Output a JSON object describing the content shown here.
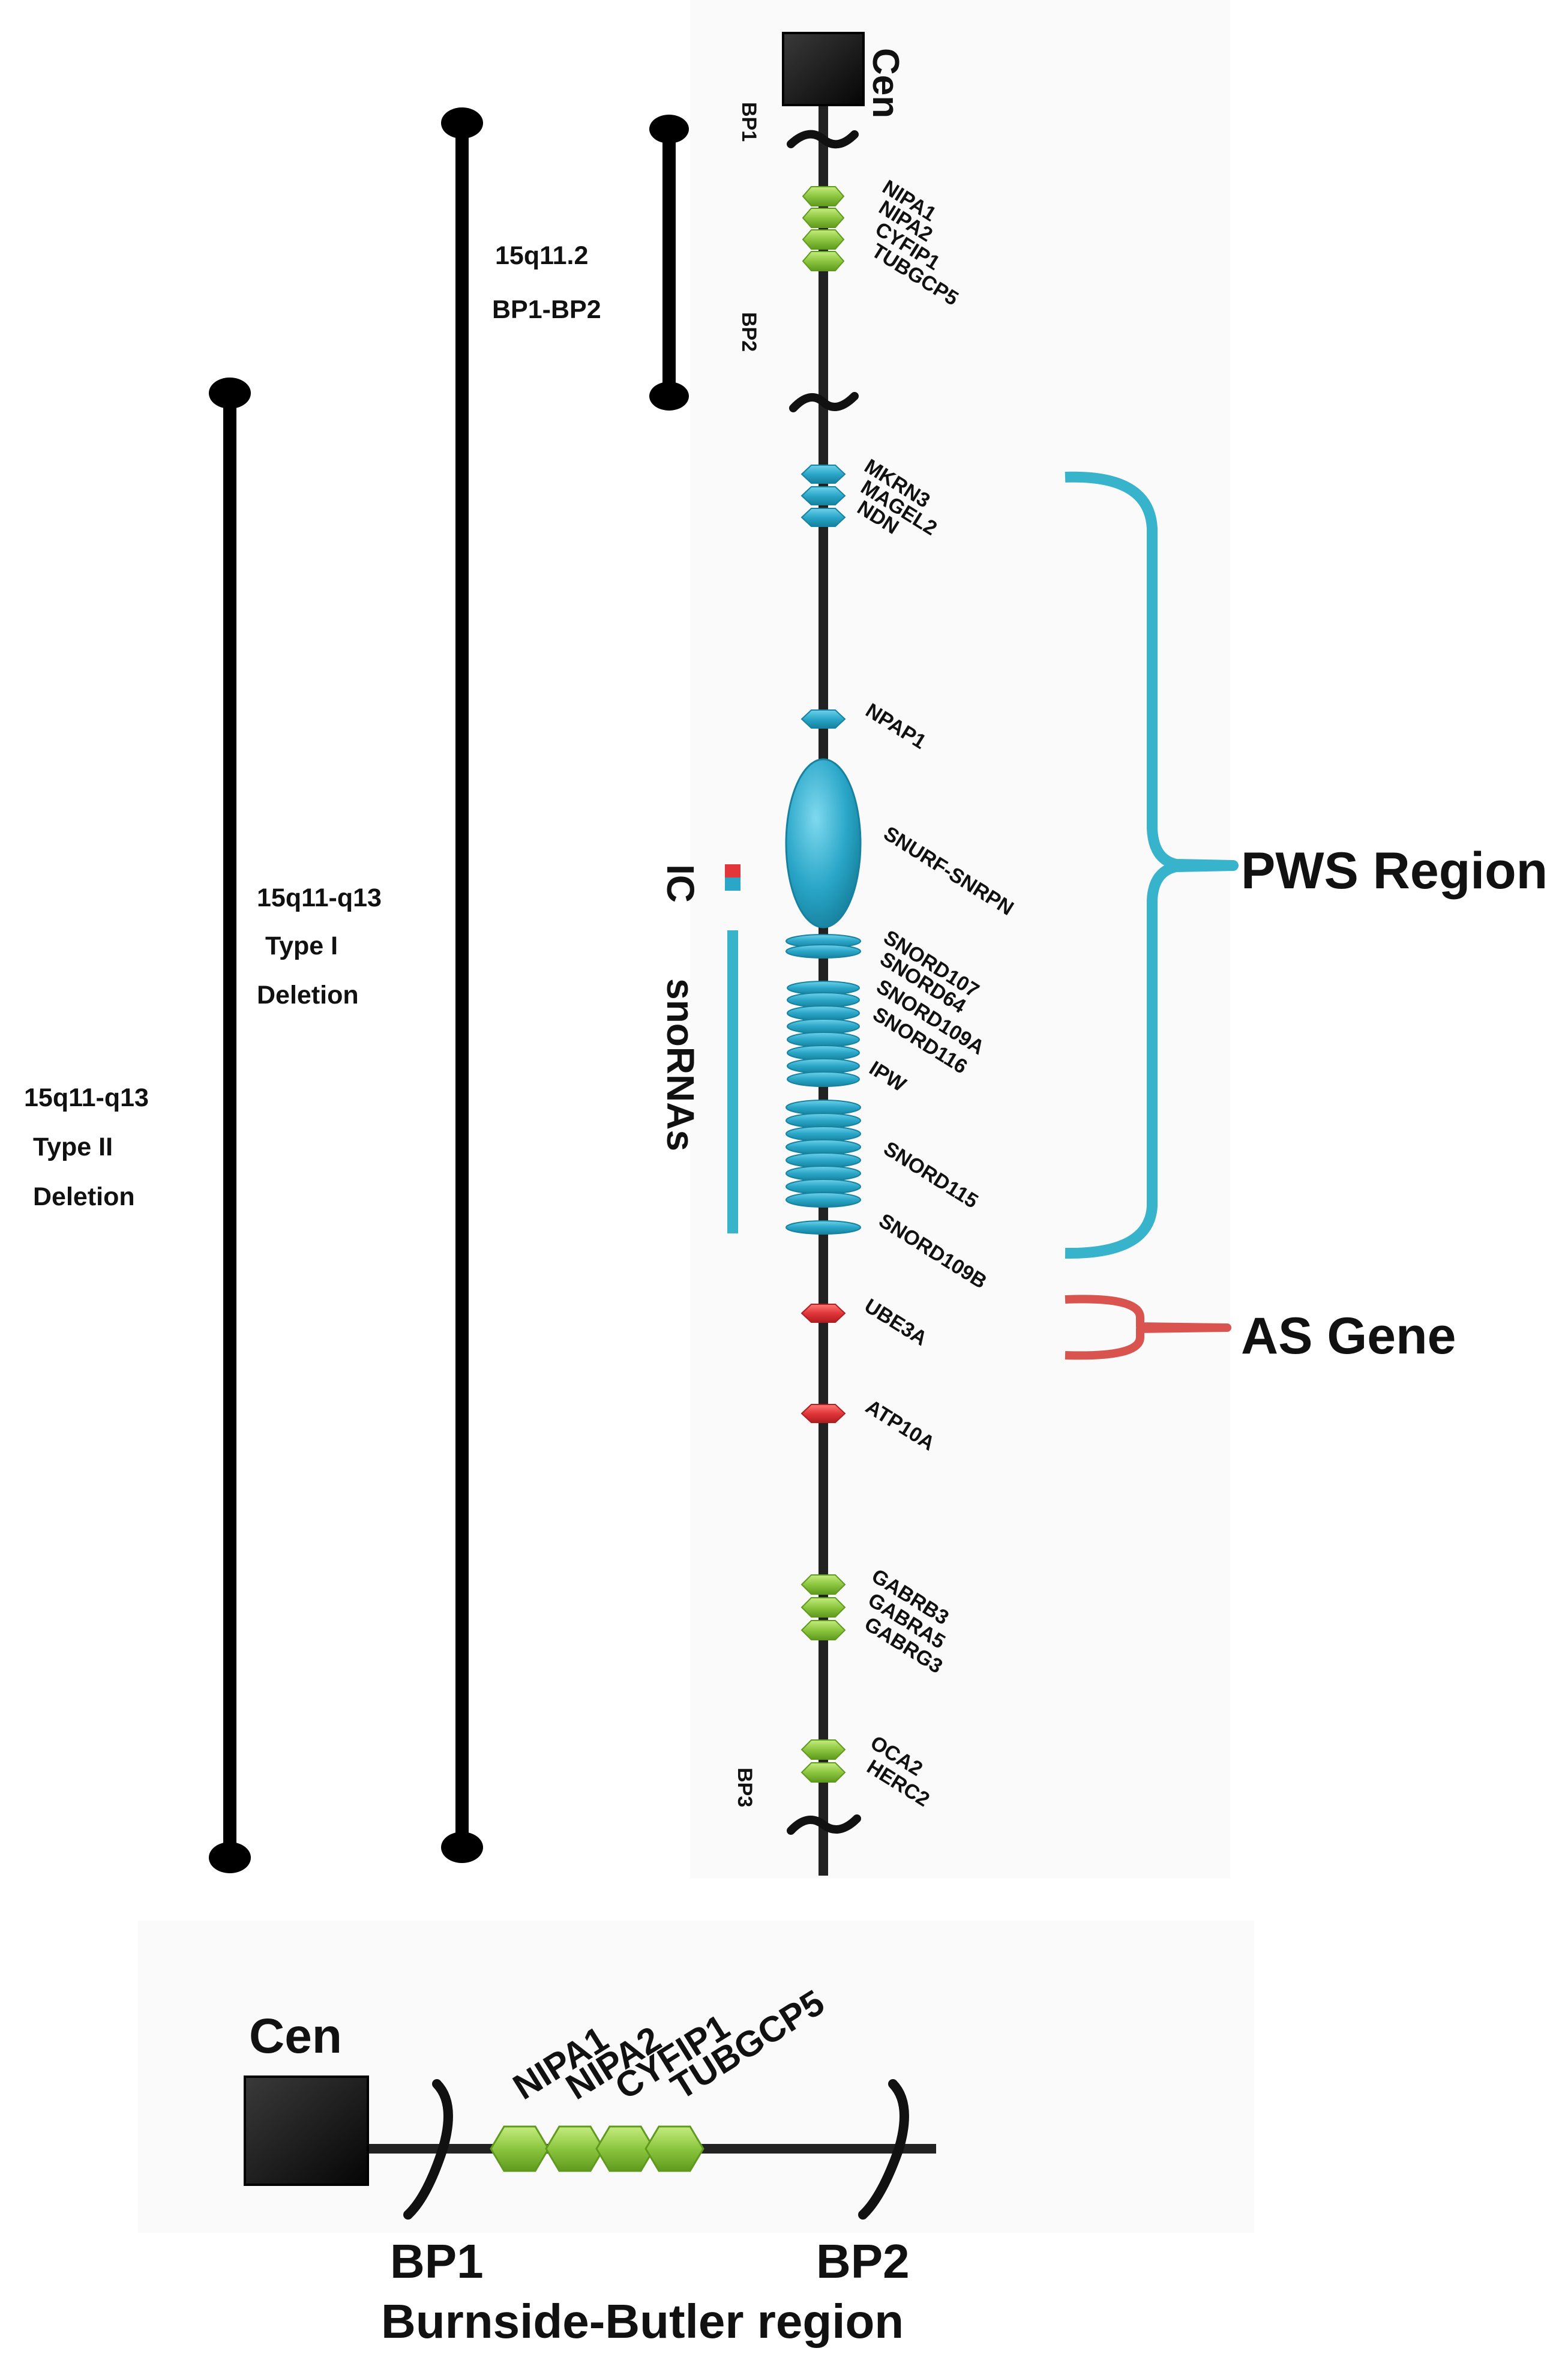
{
  "deletions": {
    "bp1_bp2": {
      "line1": "15q11.2",
      "line2": "BP1-BP2"
    },
    "type1": {
      "line1": "15q11-q13",
      "line2": "Type I",
      "line3": "Deletion"
    },
    "type2": {
      "line1": "15q11-q13",
      "line2": "Type II",
      "line3": "Deletion"
    }
  },
  "chromosome": {
    "centromere": "Cen",
    "breakpoints": {
      "bp1": "BP1",
      "bp2": "BP2",
      "bp3": "BP3"
    },
    "genes": {
      "nipa1": "NIPA1",
      "nipa2": "NIPA2",
      "cyfip1": "CYFIP1",
      "tubgcp5": "TUBGCP5",
      "mkrn3": "MKRN3",
      "magel2": "MAGEL2",
      "ndn": "NDN",
      "npap1": "NPAP1",
      "snurf": "SNURF-SNRPN",
      "snord107": "SNORD107",
      "snord64": "SNORD64",
      "snord109a": "SNORD109A",
      "snord116": "SNORD116",
      "ipw": "IPW",
      "snord115": "SNORD115",
      "snord109b": "SNORD109B",
      "ube3a": "UBE3A",
      "atp10a": "ATP10A",
      "gabrb3": "GABRB3",
      "gabra5": "GABRA5",
      "gabrg3": "GABRG3",
      "oca2": "OCA2",
      "herc2": "HERC2"
    },
    "ic_label": "IC",
    "snorna_label": "snoRNAs"
  },
  "regions": {
    "pws": "PWS Region",
    "as": "AS Gene"
  },
  "bottom": {
    "centromere": "Cen",
    "genes": [
      "NIPA1",
      "NIPA2",
      "CYFIP1",
      "TUBGCP5"
    ],
    "bp1": "BP1",
    "bp2": "BP2",
    "region_name": "Burnside-Butler region"
  },
  "colors": {
    "green": "#8cc63f",
    "cyan": "#2aa6c8",
    "red": "#e2363a",
    "bracket_cyan": "#38b3cc",
    "bracket_red": "#d9534f"
  }
}
